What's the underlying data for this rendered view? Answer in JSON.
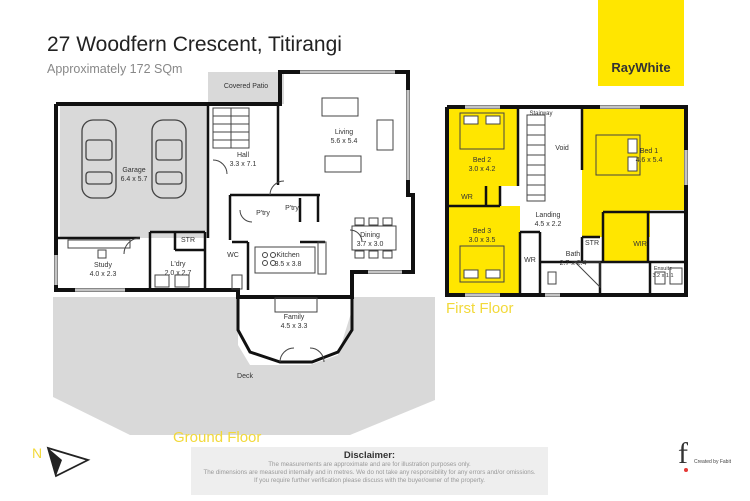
{
  "header": {
    "title": "27 Woodfern Crescent, Titirangi",
    "subtitle": "Approximately 172 SQm"
  },
  "brand": {
    "logo_text": "RayWhite",
    "color": "#ffe600"
  },
  "ground_floor": {
    "label": "Ground Floor",
    "rooms": [
      {
        "name": "Covered Patio",
        "size": ""
      },
      {
        "name": "Garage",
        "size": "6.4 x 5.7"
      },
      {
        "name": "Hall",
        "size": "3.3 x 7.1"
      },
      {
        "name": "Living",
        "size": "5.6 x 5.4"
      },
      {
        "name": "P'try",
        "size": ""
      },
      {
        "name": "P'try",
        "size": ""
      },
      {
        "name": "STR",
        "size": ""
      },
      {
        "name": "Study",
        "size": "4.0 x 2.3"
      },
      {
        "name": "L'dry",
        "size": "2.0 x 2.7"
      },
      {
        "name": "WC",
        "size": ""
      },
      {
        "name": "Kitchen",
        "size": "3.5 x 3.8"
      },
      {
        "name": "Dining",
        "size": "3.7 x 3.0"
      },
      {
        "name": "Family",
        "size": "4.5 x 3.3"
      },
      {
        "name": "Deck",
        "size": ""
      }
    ]
  },
  "first_floor": {
    "label": "First Floor",
    "rooms": [
      {
        "name": "Stairway",
        "size": ""
      },
      {
        "name": "Void",
        "size": ""
      },
      {
        "name": "Bed 2",
        "size": "3.0 x 4.2"
      },
      {
        "name": "WR",
        "size": ""
      },
      {
        "name": "Bed 1",
        "size": "4.6 x 5.4"
      },
      {
        "name": "Landing",
        "size": "4.5 x 2.2"
      },
      {
        "name": "Bed 3",
        "size": "3.0 x 3.5"
      },
      {
        "name": "WR",
        "size": ""
      },
      {
        "name": "STR",
        "size": ""
      },
      {
        "name": "WIR",
        "size": ""
      },
      {
        "name": "Bath",
        "size": "2.7 x 2.4"
      },
      {
        "name": "Ensuite",
        "size": "3.2 x 1.1"
      }
    ],
    "highlight_color": "#ffe600"
  },
  "compass": {
    "label": "N"
  },
  "disclaimer": {
    "title": "Disclaimer:",
    "lines": [
      "The measurements are approximate and are for illustration purposes only.",
      "The dimensions are measured internally and in metres. We do not take any responsibility for any errors and/or omissions.",
      "If you require further verification please discuss with the buyer/owner of the property."
    ]
  },
  "credit": {
    "mark": "f",
    "text": "Created by Fabit"
  }
}
